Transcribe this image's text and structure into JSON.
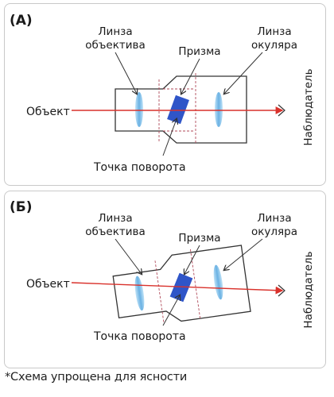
{
  "panel_a": {
    "label": "(А)",
    "objective_lens_label": [
      "Линза",
      "объектива"
    ],
    "prism_label": "Призма",
    "eyepiece_lens_label": [
      "Линза",
      "окуляра"
    ],
    "object_label": "Объект",
    "pivot_label": "Точка поворота",
    "observer_label": "Наблюдатель"
  },
  "panel_b": {
    "label": "(Б)",
    "objective_lens_label": [
      "Линза",
      "объектива"
    ],
    "prism_label": "Призма",
    "eyepiece_lens_label": [
      "Линза",
      "окуляра"
    ],
    "object_label": "Объект",
    "pivot_label": "Точка поворота",
    "observer_label": "Наблюдатель"
  },
  "footnote": "*Схема упрощена для ясности",
  "colors": {
    "ray": "#d9312b",
    "lens": "#7fc0ea",
    "prism": "#2f55c8",
    "outline": "#333333",
    "grid": "#b04a5a"
  }
}
